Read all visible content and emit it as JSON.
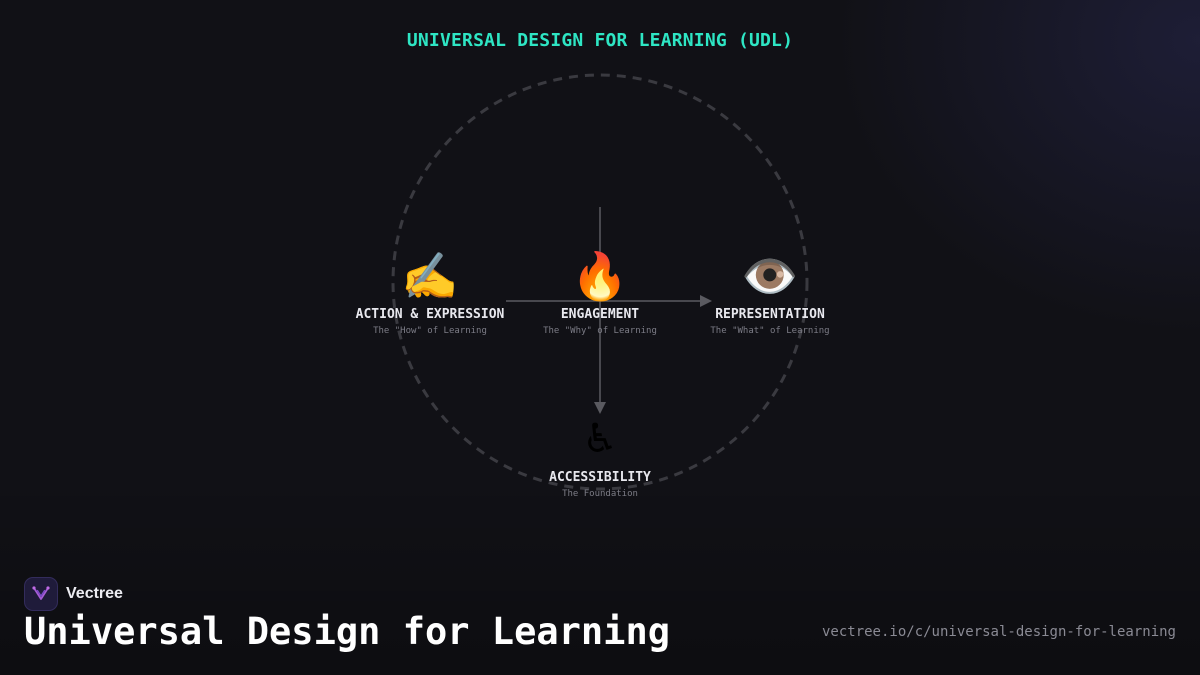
{
  "diagram": {
    "title": "UNIVERSAL DESIGN FOR LEARNING (UDL)",
    "nodes": {
      "action": {
        "icon": "writing-hand-icon",
        "glyph": "✍️",
        "label": "ACTION & EXPRESSION",
        "sublabel": "The \"How\" of Learning"
      },
      "engagement": {
        "icon": "fire-icon",
        "glyph": "🔥",
        "label": "ENGAGEMENT",
        "sublabel": "The \"Why\" of Learning"
      },
      "representation": {
        "icon": "eye-icon",
        "glyph": "👁️",
        "label": "REPRESENTATION",
        "sublabel": "The \"What\" of Learning"
      },
      "accessibility": {
        "icon": "wheelchair-icon",
        "glyph": "♿",
        "label": "ACCESSIBILITY",
        "sublabel": "The Foundation"
      }
    },
    "edges": [
      {
        "from": "action",
        "to": "representation"
      },
      {
        "from": "engagement",
        "to": "accessibility"
      }
    ],
    "colors": {
      "title": "#2ee6c4",
      "ring": "#3a3a40",
      "arrow": "#5a5a60"
    }
  },
  "footer": {
    "brand_name": "Vectree",
    "title": "Universal Design for Learning",
    "url": "vectree.io/c/universal-design-for-learning"
  }
}
